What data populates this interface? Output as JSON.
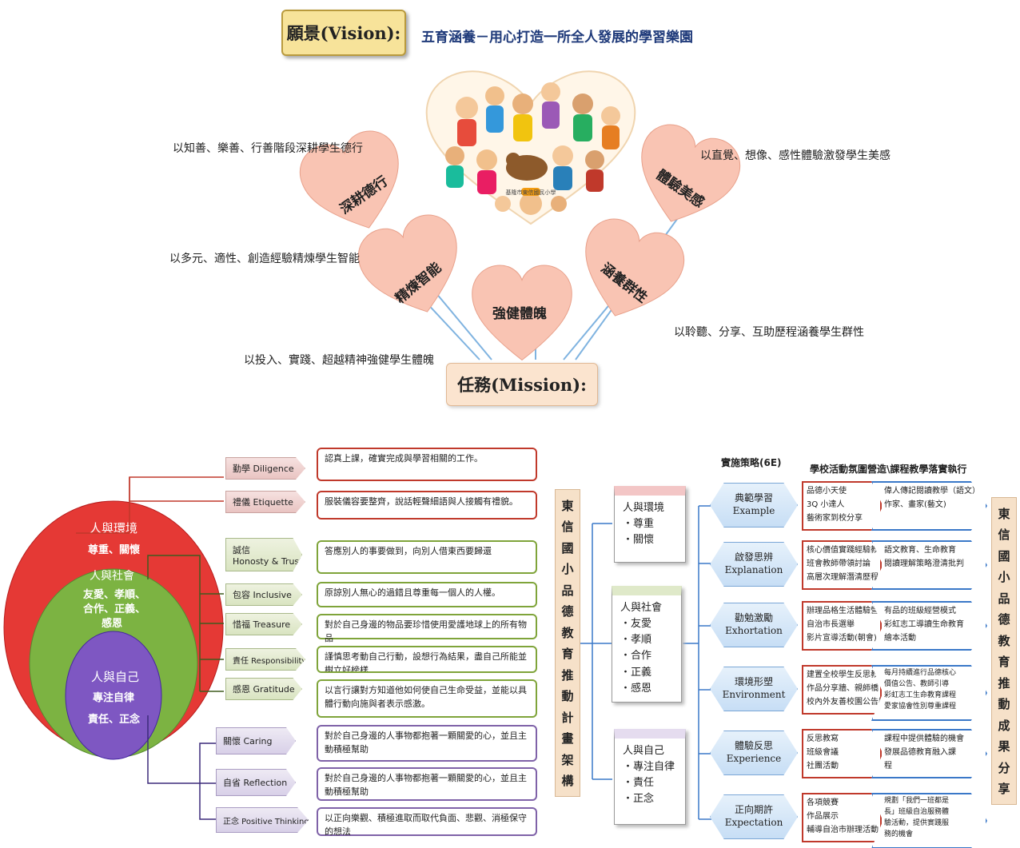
{
  "vision": {
    "label": "願景(Vision):",
    "text": "五育涵養－用心打造一所全人發展的學習樂園",
    "school_logo_text": "基隆市東信國民小學"
  },
  "hearts": [
    {
      "label": "深耕德行",
      "caption": "以知善、樂善、行善階段深耕學生德行"
    },
    {
      "label": "體驗美感",
      "caption": "以直覺、想像、感性體驗激發學生美感"
    },
    {
      "label": "精煉智能",
      "caption": "以多元、適性、創造經驗精煉學生智能"
    },
    {
      "label": "強健體魄",
      "caption": "以投入、實踐、超越精神強健學生體魄"
    },
    {
      "label": "涵養群性",
      "caption": "以聆聽、分享、互助歷程涵養學生群性"
    }
  ],
  "mission": {
    "label": "任務(Mission):"
  },
  "circles": {
    "outer": {
      "title": "人與環境",
      "text": "尊重、關懷"
    },
    "middle": {
      "title": "人與社會",
      "text1": "友愛、孝順、",
      "text2": "合作、正義、",
      "text3": "感恩"
    },
    "inner": {
      "title": "人與自己",
      "text1": "專注自律",
      "text2": "責任、正念"
    }
  },
  "values": [
    {
      "tag": "勤學 Diligence",
      "desc": "認真上課，確實完成與學習相關的工作。"
    },
    {
      "tag": "禮儀 Etiquette",
      "desc": "服裝儀容要整齊，說話輕聲細語與人接觸有禮貌。"
    },
    {
      "tag": "誠信",
      "tag2": "Honosty & Trust",
      "desc": "答應別人的事要做到，向別人借東西要歸還"
    },
    {
      "tag": "包容 Inclusive",
      "desc": "原諒別人無心的過錯且尊重每一個人的人權。"
    },
    {
      "tag": "惜福 Treasure",
      "desc": "對於自己身邊的物品要珍惜使用愛護地球上的所有物品"
    },
    {
      "tag": "責任 Responsibility",
      "desc": "謹慎思考動自己行動，設想行為結果，盡自己所能並樹立好榜樣"
    },
    {
      "tag": "感恩 Gratitude",
      "desc": "以言行讓對方知道他如何使自己生命受益，並能以具體行動向施與者表示感激。"
    },
    {
      "tag": "關懷 Caring",
      "desc": "對於自己身邊的人事物都抱著一顆關愛的心，並且主動積極幫助"
    },
    {
      "tag": "自省 Reflection",
      "desc": "對於自己身邊的人事物都抱著一顆關愛的心，並且主動積極幫助"
    },
    {
      "tag": "正念 Positive Thinking",
      "desc": "以正向樂觀、積極進取而取代負面、悲觀、消極保守的想法"
    }
  ],
  "left_vertical": [
    "東",
    "信",
    "國",
    "小",
    "品",
    "德",
    "教",
    "育",
    "推",
    "動",
    "計",
    "畫",
    "架",
    "構"
  ],
  "right_vertical": [
    "東",
    "信",
    "國",
    "小",
    "品",
    "德",
    "教",
    "育",
    "推",
    "動",
    "成",
    "果",
    "分",
    "享"
  ],
  "cards": [
    {
      "title": "人與環境",
      "items": [
        "・尊重",
        "・關懷"
      ]
    },
    {
      "title": "人與社會",
      "items": [
        "・友愛",
        "・孝順",
        "・合作",
        "・正義",
        "・感恩"
      ]
    },
    {
      "title": "人與自己",
      "items": [
        "・專注自律",
        "・責任",
        "・正念"
      ]
    }
  ],
  "headers": {
    "strategy": "實施策略(6E)",
    "activities": "學校活動氛圍營造\\課程教學落實執行"
  },
  "strategies": [
    {
      "zh": "典範學習",
      "en": "Example",
      "left": [
        "品德小天使",
        "3Q 小達人",
        "藝術家到校分享"
      ],
      "right": [
        "偉人傳記閱讀教學（語文）",
        "作家、畫家(藝文)"
      ]
    },
    {
      "zh": "啟發思辨",
      "en": "Explanation",
      "left": [
        "核心價值實踐經驗教寫",
        "班會教師帶領討論",
        "高層次理解潛清歷程"
      ],
      "right": [
        "語文教育、生命教育",
        "閱讀理解策略澄清批判"
      ]
    },
    {
      "zh": "勸勉激勵",
      "en": "Exhortation",
      "left": [
        "辦理品格生活體驗營",
        "自治市長選舉",
        "影片宣導活動(朝會)"
      ],
      "right": [
        "有品的班級經營模式",
        "彩虹志工導讀生命教育",
        "繪本活動"
      ]
    },
    {
      "zh": "環境形塑",
      "en": "Environment",
      "left": [
        "建置全校學生反思教寫",
        "作品分享牆、親師橋",
        "校內外友善校園公告欄"
      ],
      "right": [
        "每月持續進行品德核心",
        "價值公告、教師引導",
        "彩虹志工生命教育課程",
        "愛家協會性別尊重課程"
      ]
    },
    {
      "zh": "體驗反思",
      "en": "Experience",
      "left": [
        "反思教寫",
        "班級會議",
        "社團活動"
      ],
      "right": [
        "課程中提供體驗的機會",
        "發展品德教育融入課",
        "程"
      ]
    },
    {
      "zh": "正向期許",
      "en": "Expectation",
      "left": [
        "各項競賽",
        "作品展示",
        "輔導自治市辦理活動"
      ],
      "right": [
        "規劃「我們一班都是",
        "長」班級自治服務體",
        "驗活動，提供實踐服",
        "務的機會"
      ]
    }
  ]
}
